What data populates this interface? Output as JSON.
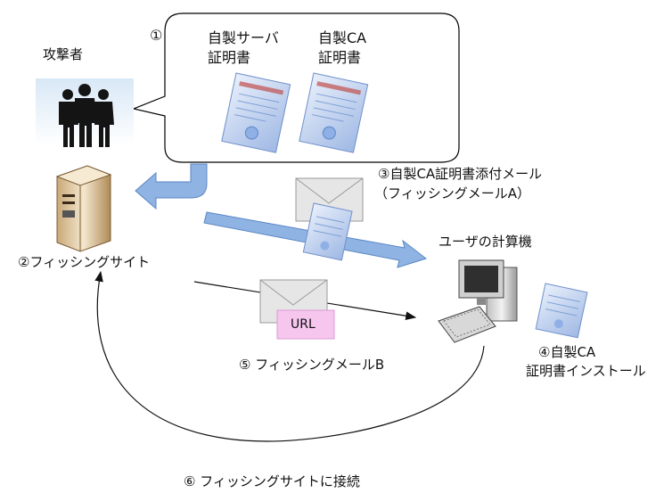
{
  "labels": {
    "attacker": "攻撃者",
    "step1_number": "①",
    "server_cert_line1": "自製サーバ",
    "server_cert_line2": "証明書",
    "ca_cert_line1": "自製CA",
    "ca_cert_line2": "証明書",
    "step3_line1": "③自製CA証明書添付メール",
    "step3_line2": "（フィッシングメールA）",
    "user_computer": "ユーザの計算機",
    "step2_phishing_site": "②フィッシングサイト",
    "url_tag": "URL",
    "step5_mail_b": "⑤ フィッシングメールB",
    "step4_line1": "④自製CA",
    "step4_line2": "証明書インストール",
    "step6_connect": "⑥  フィッシングサイトに接続"
  },
  "colors": {
    "blue_arrow": "#8fb4e3",
    "blue_arrow_stroke": "#5b86c4",
    "url_tag_bg": "#f7c6ef",
    "certificate_blue": "#7f9fd6",
    "envelope_gray": "#d9d9d9"
  }
}
